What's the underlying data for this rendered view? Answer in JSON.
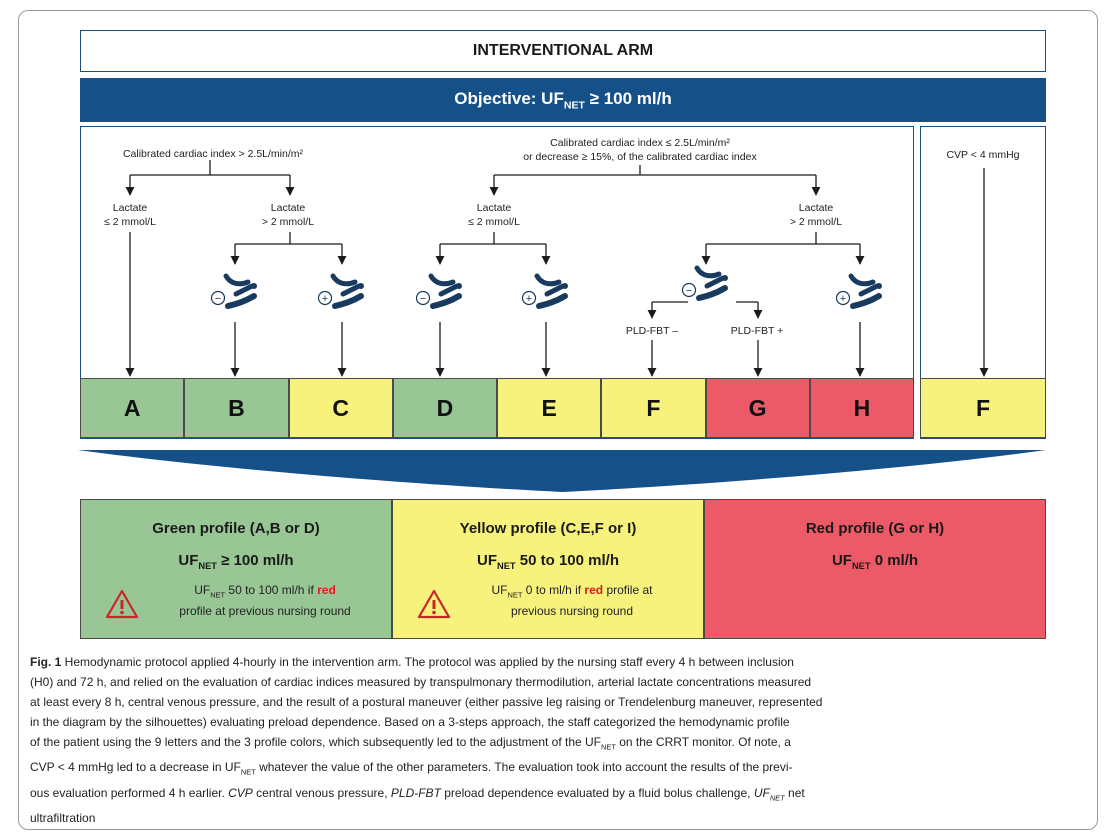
{
  "header": {
    "title": "INTERVENTIONAL ARM",
    "objective_prefix": "Objective: UF",
    "objective_sub": "NET",
    "objective_suffix": " ≥ 100 ml/h"
  },
  "branches": {
    "ci_high": "Calibrated cardiac index > 2.5L/min/m²",
    "ci_low_line1": "Calibrated cardiac index ≤ 2.5L/min/m²",
    "ci_low_line2": "or decrease ≥ 15%, of the calibrated cardiac index",
    "cvp": "CVP < 4 mmHg",
    "lactate_low_1": "Lactate",
    "lactate_low_2": "≤ 2 mmol/L",
    "lactate_high_1": "Lactate",
    "lactate_high_2": "> 2 mmol/L",
    "pld_neg": "PLD-FBT –",
    "pld_pos": "PLD-FBT +",
    "minus_sign": "−",
    "plus_sign": "+"
  },
  "letters": [
    {
      "label": "A",
      "color": "#98c694"
    },
    {
      "label": "B",
      "color": "#98c694"
    },
    {
      "label": "C",
      "color": "#f7f27c"
    },
    {
      "label": "D",
      "color": "#98c694"
    },
    {
      "label": "E",
      "color": "#f7f27c"
    },
    {
      "label": "F",
      "color": "#f7f27c"
    },
    {
      "label": "G",
      "color": "#eb5a66"
    },
    {
      "label": "H",
      "color": "#eb5a66"
    }
  ],
  "side_letter": {
    "label": "F",
    "color": "#f7f27c"
  },
  "profiles": {
    "green": {
      "title": "Green profile (A,B or D)",
      "uf_prefix": "UF",
      "uf_sub": "NET",
      "uf_value": " ≥ 100 ml/h",
      "note_prefix": "UF",
      "note_sub": "NET",
      "note_mid": " 50 to 100 ml/h if ",
      "note_red": "red",
      "note_line2": "profile at previous nursing round",
      "color": "#98c694"
    },
    "yellow": {
      "title": "Yellow profile (C,E,F or I)",
      "uf_prefix": "UF",
      "uf_sub": "NET",
      "uf_value": " 50 to 100 ml/h",
      "note_prefix": "UF",
      "note_sub": "NET",
      "note_mid": " 0 to ml/h if ",
      "note_red": "red",
      "note_end": " profile at",
      "note_line2": "previous nursing round",
      "color": "#f7f27c"
    },
    "red": {
      "title": "Red profile (G or H)",
      "uf_prefix": "UF",
      "uf_sub": "NET",
      "uf_value": " 0 ml/h",
      "color": "#eb5a66"
    }
  },
  "caption": {
    "fig": "Fig. 1",
    "l1": " Hemodynamic protocol applied 4-hourly in the intervention arm. The protocol was applied by the nursing staff every 4 h between inclusion",
    "l2": "(H0) and 72 h, and relied on the evaluation of cardiac indices measured by transpulmonary thermodilution, arterial lactate concentrations measured",
    "l3": "at least every 8 h, central venous pressure, and the result of a postural maneuver (either passive leg raising or Trendelenburg maneuver, represented",
    "l4": "in the diagram by the silhouettes) evaluating preload dependence. Based on a 3-steps approach, the staff categorized the hemodynamic profile",
    "l5": "of the patient using the 9 letters and the 3 profile colors, which subsequently led to the adjustment of the UF",
    "l5sub": "NET",
    "l5b": " on the CRRT monitor. Of note, a",
    "l6a": "CVP < 4 mmHg led to a decrease in UF",
    "l6sub": "NET",
    "l6b": " whatever the value of the other parameters. The evaluation took into account the results of the previ-",
    "l7a": "ous evaluation performed 4 h earlier. ",
    "l7i1": "CVP",
    "l7b": " central venous pressure, ",
    "l7i2": "PLD-FBT",
    "l7c": " preload dependence evaluated by a fluid bolus challenge, ",
    "l7i3": "UF",
    "l7isub": "NET",
    "l7d": " net",
    "l8": "ultrafiltration"
  }
}
